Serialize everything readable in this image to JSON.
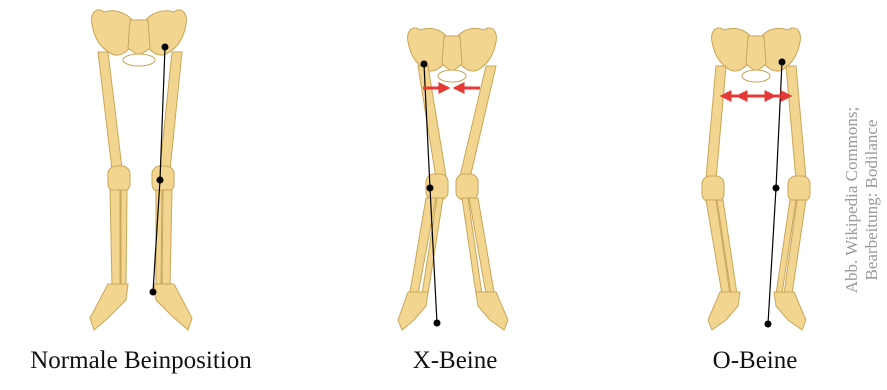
{
  "panels": [
    {
      "id": "normal",
      "caption": "Normale Beinposition",
      "alignment": "straight"
    },
    {
      "id": "x",
      "caption": "X-Beine",
      "alignment": "knock-knee",
      "arrows": "inward"
    },
    {
      "id": "o",
      "caption": "O-Beine",
      "alignment": "bow-legged",
      "arrows": "outward"
    }
  ],
  "credit": {
    "line1": "Abb. Wikipedia Commons;",
    "line2": "Bearbeitung: Bodilance"
  },
  "colors": {
    "bone": "#F2D58E",
    "bone_edge": "#C9A65A",
    "arrow": "#E53935",
    "axis": "#000000",
    "credit": "#9a9a9a"
  }
}
